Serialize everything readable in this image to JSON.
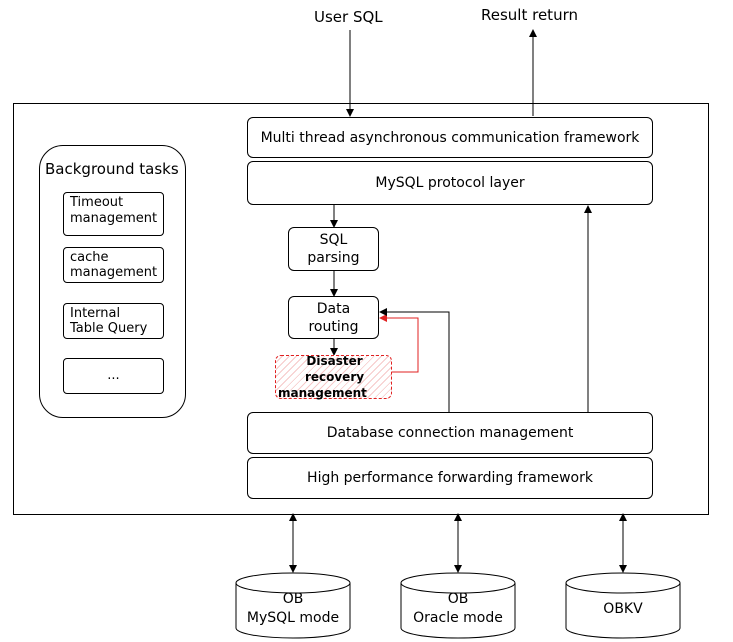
{
  "inputs": {
    "user_sql": "User SQL",
    "result_return": "Result return"
  },
  "background": {
    "title": "Background tasks",
    "tasks": [
      {
        "line1": "Timeout",
        "line2": "management"
      },
      {
        "line1": "cache",
        "line2": "management"
      },
      {
        "line1": "Internal",
        "line2": "Table Query"
      },
      {
        "line1": "...",
        "line2": ""
      }
    ]
  },
  "layers": {
    "comm_framework": "Multi thread asynchronous communication framework",
    "mysql_protocol": "MySQL protocol layer",
    "sql_parsing_1": "SQL",
    "sql_parsing_2": "parsing",
    "data_routing_1": "Data",
    "data_routing_2": "routing",
    "disaster_1": "Disaster recovery",
    "disaster_2": "management",
    "db_connection": "Database connection management",
    "forwarding": "High performance forwarding framework"
  },
  "databases": [
    {
      "line1": "OB",
      "line2": "MySQL mode"
    },
    {
      "line1": "OB",
      "line2": "Oracle mode"
    },
    {
      "line1": "OBKV",
      "line2": ""
    }
  ],
  "colors": {
    "line": "#000000",
    "disaster_accent": "#e02020"
  }
}
